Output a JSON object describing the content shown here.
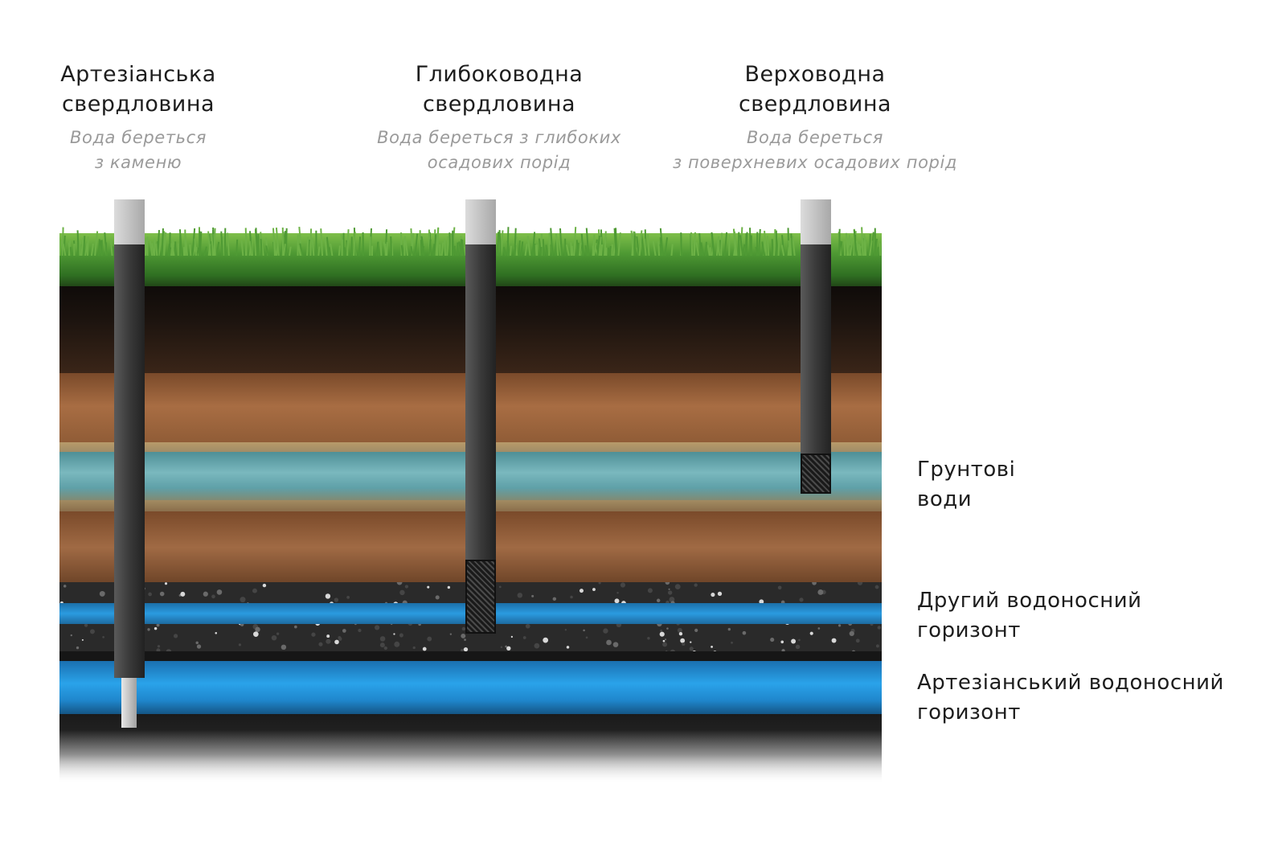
{
  "wells": [
    {
      "title_1": "Артезіанська",
      "title_2": "свердловина",
      "sub_1": "Вода береться",
      "sub_2": "з каменю"
    },
    {
      "title_1": "Глибоководна",
      "title_2": "свердловина",
      "sub_1": "Вода береться з глибоких",
      "sub_2": "осадових порід"
    },
    {
      "title_1": "Верховодна",
      "title_2": "свердловина",
      "sub_1": "Вода береться",
      "sub_2": "з поверхневих осадових порід"
    }
  ],
  "layers": [
    {
      "line_1": "Грунтові",
      "line_2": "води"
    },
    {
      "line_1": "Другий водоносний",
      "line_2": "горизонт"
    },
    {
      "line_1": "Артезіанський водоносний",
      "line_2": "горизонт"
    }
  ],
  "colors": {
    "grass": "#3f8f2a",
    "topsoil": "#2e1f17",
    "clay": "#9a643d",
    "groundwater": "#6fa3a8",
    "gravel": "#2b2b2b",
    "aquifer": "#2aa0e6",
    "pipe": "#3c3c3c",
    "pipe_top": "#b9b9b9",
    "filter": "#1a1a1a"
  }
}
